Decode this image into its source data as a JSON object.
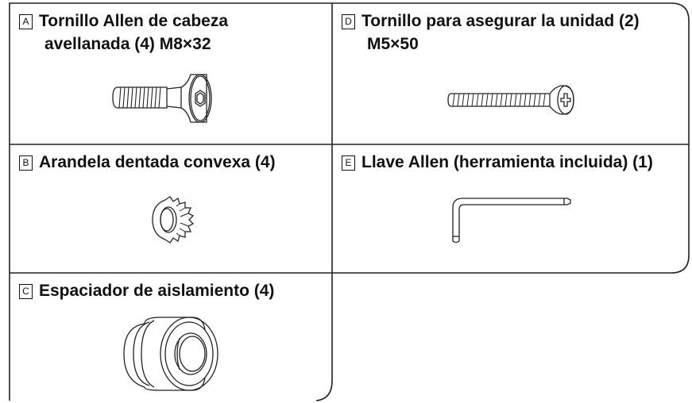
{
  "items": [
    {
      "letter": "A",
      "line1": "Tornillo Allen de cabeza",
      "line2": "avellanada (4) M8×32",
      "part": "countersunk-allen-screw"
    },
    {
      "letter": "B",
      "line1": "Arandela dentada convexa (4)",
      "part": "convex-toothed-washer"
    },
    {
      "letter": "C",
      "line1": "Espaciador de aislamiento (4)",
      "part": "isolation-spacer"
    },
    {
      "letter": "D",
      "line1": "Tornillo para asegurar la unidad (2)",
      "line2": "M5×50",
      "part": "unit-securing-screw"
    },
    {
      "letter": "E",
      "line1": "Llave Allen (herramienta incluida) (1)",
      "part": "allen-key"
    }
  ]
}
